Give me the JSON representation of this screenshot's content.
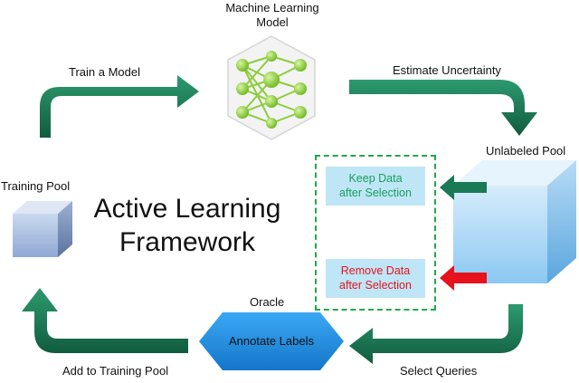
{
  "diagram": {
    "title_line1": "Active Learning",
    "title_line2": "Framework",
    "model_label_line1": "Machine Learning",
    "model_label_line2": "Model",
    "train_label": "Train a Model",
    "estimate_label": "Estimate Uncertainty",
    "unlabeled_label": "Unlabeled Pool",
    "training_pool_label": "Training Pool",
    "oracle_label": "Oracle",
    "annotate_label": "Annotate Labels",
    "select_label": "Select Queries",
    "add_label": "Add to Training Pool",
    "keep_line1": "Keep Data",
    "keep_line2": "after Selection",
    "remove_line1": "Remove Data",
    "remove_line2": "after Selection",
    "colors": {
      "flow_arrow": "#1a7a55",
      "keep_arrow": "#1a7a55",
      "remove_arrow": "#e8121c",
      "keep_text": "#1aa05a",
      "remove_text": "#e8121c",
      "oracle_hex": "#1e90e8",
      "dashed_border": "#22a84a"
    }
  }
}
